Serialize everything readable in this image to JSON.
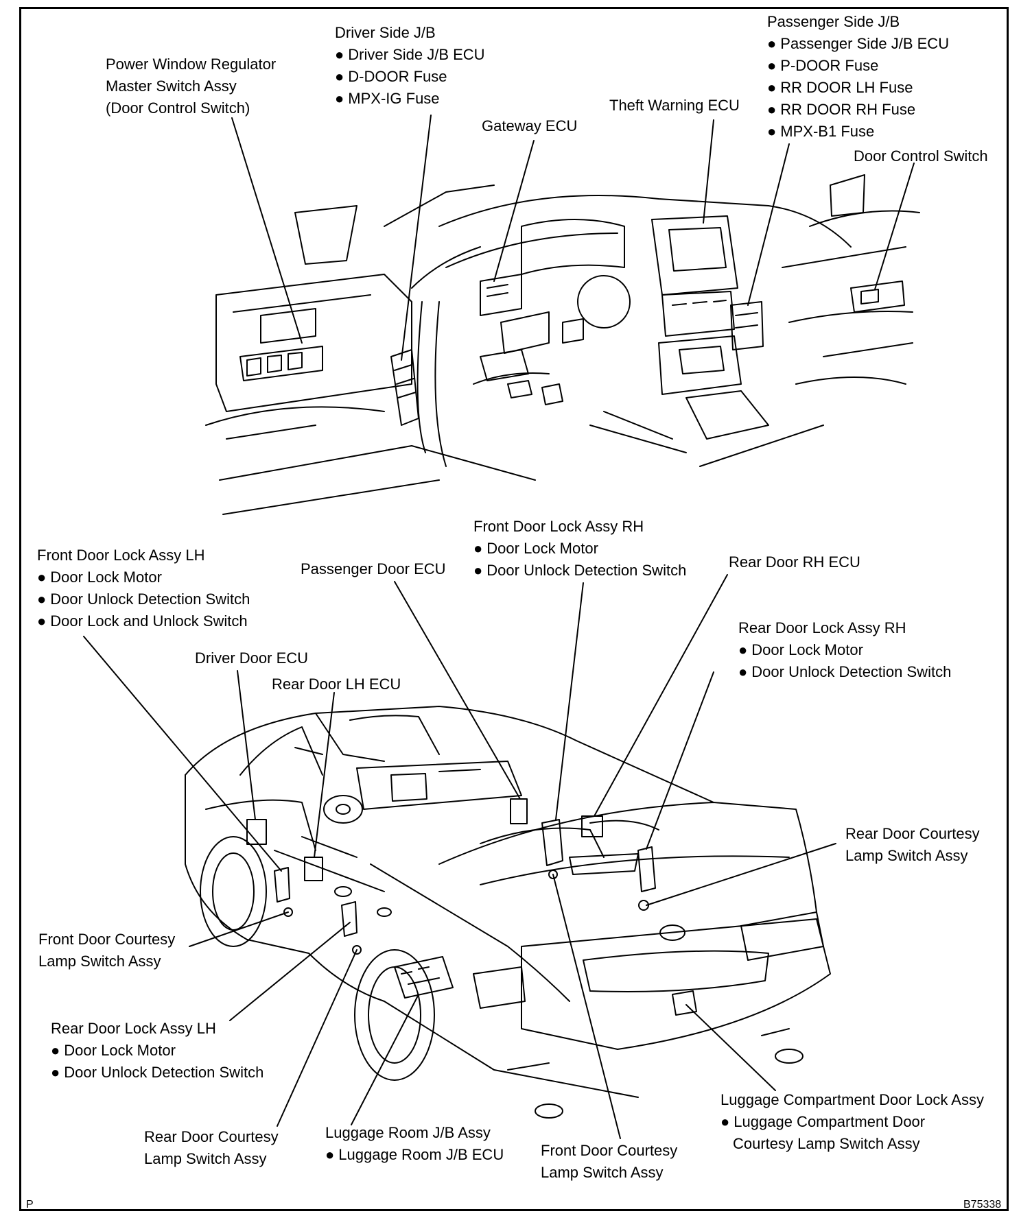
{
  "labels": {
    "pw_master": [
      "Power Window Regulator",
      "Master Switch Assy",
      "(Door Control Switch)"
    ],
    "driver_jb": {
      "title": "Driver Side J/B",
      "items": [
        "Driver Side J/B ECU",
        "D-DOOR Fuse",
        "MPX-IG Fuse"
      ]
    },
    "gateway": "Gateway ECU",
    "theft": "Theft Warning ECU",
    "pass_jb": {
      "title": "Passenger Side J/B",
      "items": [
        "Passenger Side J/B ECU",
        "P-DOOR Fuse",
        "RR DOOR LH Fuse",
        "RR DOOR RH Fuse",
        "MPX-B1 Fuse"
      ]
    },
    "door_ctrl": "Door Control Switch",
    "front_rh": {
      "title": "Front Door Lock Assy RH",
      "items": [
        "Door Lock Motor",
        "Door Unlock Detection Switch"
      ]
    },
    "front_lh": {
      "title": "Front Door Lock Assy LH",
      "items": [
        "Door Lock Motor",
        "Door Unlock Detection Switch",
        "Door Lock and Unlock Switch"
      ]
    },
    "pass_ecu": "Passenger Door ECU",
    "rear_rh_ecu": "Rear Door RH ECU",
    "rear_rh_lock": {
      "title": "Rear Door Lock Assy RH",
      "items": [
        "Door Lock Motor",
        "Door Unlock Detection Switch"
      ]
    },
    "driver_ecu": "Driver Door ECU",
    "rear_lh_ecu": "Rear Door LH ECU",
    "rear_courtesy_r": [
      "Rear Door Courtesy",
      "Lamp Switch Assy"
    ],
    "front_courtesy_l": [
      "Front Door Courtesy",
      "Lamp Switch Assy"
    ],
    "rear_lh_lock": {
      "title": "Rear Door Lock Assy LH",
      "items": [
        "Door Lock Motor",
        "Door Unlock Detection Switch"
      ]
    },
    "rear_courtesy_l": [
      "Rear Door Courtesy",
      "Lamp Switch Assy"
    ],
    "luggage_jb": {
      "title": "Luggage Room J/B Assy",
      "items": [
        "Luggage Room J/B ECU"
      ]
    },
    "front_courtesy_r": [
      "Front Door Courtesy",
      "Lamp Switch Assy"
    ],
    "luggage_lock": {
      "title": "Luggage Compartment Door Lock Assy",
      "item": "Luggage Compartment Door",
      "item2": "Courtesy Lamp Switch Assy"
    }
  },
  "corner_left": "P",
  "corner_right": "B75338"
}
